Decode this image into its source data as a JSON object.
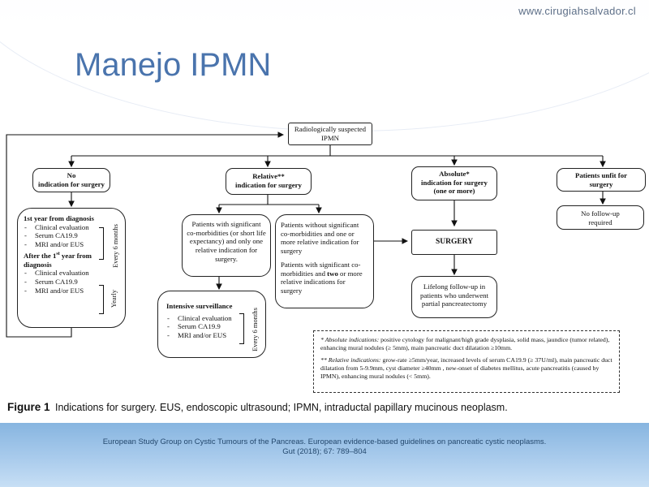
{
  "site_url": "www.cirugiahsalvador.cl",
  "slide_title": "Manejo IPMN",
  "flowchart": {
    "root": {
      "line1": "Radiologically suspected",
      "line2": "IPMN"
    },
    "no_indication": {
      "line1": "No",
      "line2": "indication for surgery"
    },
    "relative": {
      "line1": "Relative**",
      "line2": "indication for surgery"
    },
    "absolute": {
      "line1": "Absolute*",
      "line2": "indication for surgery",
      "line3": "(one or more)"
    },
    "unfit": {
      "line1": "Patients unfit  for",
      "line2": "surgery"
    },
    "no_followup": {
      "line1": "No  follow-up",
      "line2": "required"
    },
    "surveillance_box": {
      "heading1": "1st year from diagnosis",
      "items1": [
        "Clinical evaluation",
        "Serum CA19.9",
        "MRI and/or EUS"
      ],
      "freq1": "Every 6 months",
      "heading2a": "After the 1",
      "heading2_sup": "st",
      "heading2b": " year from",
      "heading2c": "diagnosis",
      "items2": [
        "Clinical evaluation",
        "Serum CA19.9",
        "MRI and/or EUS"
      ],
      "freq2": "Yearly"
    },
    "comorb_one": "Patients with significant co-morbidities (or short life expectancy) and only one relative indication for surgery.",
    "without_comorb": "Patients without significant co-morbidities and one or more relative indication for surgery",
    "with_comorb_two_a": "Patients with significant co-morbidities and ",
    "with_comorb_two_b": "two",
    "with_comorb_two_c": " or more relative indications for surgery",
    "intensive": {
      "heading": "Intensive surveillance",
      "items": [
        "Clinical evaluation",
        "Serum CA19.9",
        "MRI and/or EUS"
      ],
      "freq": "Every 6 months"
    },
    "surgery": "SURGERY",
    "lifelong": "Lifelong follow-up in patients who underwent partial pancreatectomy",
    "notes": {
      "absolute_label": "* Absolute indications:",
      "absolute_text": " positive cytology for malignant/high grade dysplasia, solid mass, jaundice (tumor related), enhancing mural nodules (≥ 5mm), main pancreatic duct dilatation ≥10mm.",
      "relative_label": "** Relative indications:",
      "relative_text": " grow-rate ≥5mm/year, increased levels of serum CA19.9 (≥ 37U/ml), main pancreatic duct dilatation from 5-9.9mm, cyst diameter ≥40mm , new-onset of diabetes mellitus, acute pancreatitis (caused by IPMN), enhancing mural nodules (< 5mm)."
    }
  },
  "figure": {
    "label": "Figure 1",
    "caption": "Indications for surgery. EUS, endoscopic ultrasound; IPMN, intraductal papillary mucinous neoplasm."
  },
  "reference": {
    "line1": "European Study Group on Cystic Tumours of the Pancreas. European evidence-based guidelines on pancreatic cystic neoplasms.",
    "line2": "Gut (2018); 67: 789–804"
  }
}
